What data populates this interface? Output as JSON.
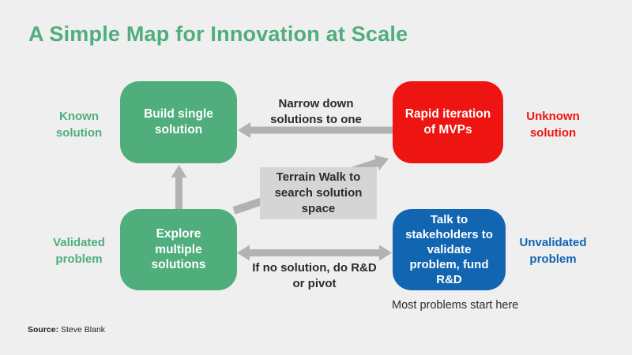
{
  "title": "A Simple Map for Innovation at Scale",
  "colors": {
    "background": "#efefef",
    "green": "#4fae7c",
    "red": "#ee1411",
    "blue": "#1165b1",
    "gray_arrow": "#b2b2b2",
    "label_bg": "#d5d5d5",
    "dark_text": "#2b2b2b"
  },
  "boxes": {
    "build_single": {
      "label": "Build single solution",
      "color": "#4fae7c"
    },
    "rapid_iteration": {
      "label": "Rapid iteration of MVPs",
      "color": "#ee1411"
    },
    "explore_multiple": {
      "label": "Explore multiple solutions",
      "color": "#4fae7c"
    },
    "talk_stakeholders": {
      "label": "Talk to stakeholders to validate problem, fund R&D",
      "color": "#1165b1"
    }
  },
  "side_labels": {
    "known_solution": "Known solution",
    "unknown_solution": "Unknown solution",
    "validated_problem": "Validated problem",
    "unvalidated_problem": "Unvalidated problem"
  },
  "arrow_labels": {
    "narrow_down": "Narrow down solutions to one",
    "terrain_walk": "Terrain Walk to search solution space",
    "if_no_solution": "If no solution, do R&D or pivot"
  },
  "annotations": {
    "most_problems": "Most problems start here"
  },
  "source": {
    "label": "Source:",
    "value": "Steve Blank"
  }
}
